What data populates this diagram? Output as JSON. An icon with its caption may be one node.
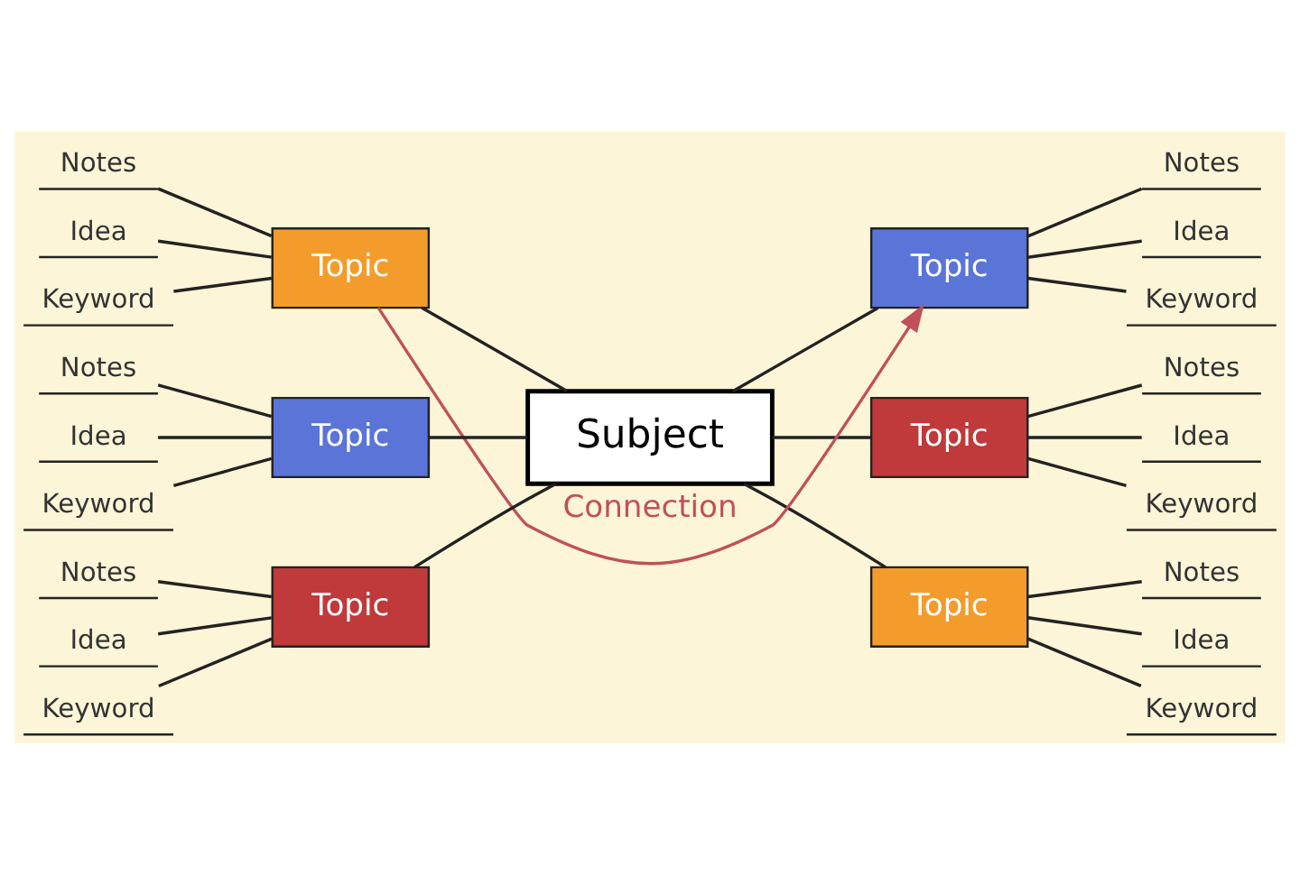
{
  "diagram": {
    "nodes": [
      {
        "text": [
          "Subject"
        ]
      },
      {
        "text": [
          "Topic"
        ]
      },
      {
        "text": [
          "Notes"
        ]
      },
      {
        "text": [
          "Idea"
        ]
      },
      {
        "text": [
          "Keyword"
        ]
      },
      {
        "text": [
          "Topic"
        ]
      },
      {
        "text": [
          "Notes"
        ]
      },
      {
        "text": [
          "Idea"
        ]
      },
      {
        "text": [
          "Keyword"
        ]
      },
      {
        "text": [
          "Topic"
        ]
      },
      {
        "text": [
          "Notes"
        ]
      },
      {
        "text": [
          "Idea"
        ]
      },
      {
        "text": [
          "Keyword"
        ]
      },
      {
        "text": [
          "Topic"
        ]
      },
      {
        "text": [
          "Notes"
        ]
      },
      {
        "text": [
          "Idea"
        ]
      },
      {
        "text": [
          "Keyword"
        ]
      },
      {
        "text": [
          "Topic"
        ]
      },
      {
        "text": [
          "Notes"
        ]
      },
      {
        "text": [
          "Idea"
        ]
      },
      {
        "text": [
          "Keyword"
        ]
      },
      {
        "text": [
          "Topic"
        ]
      },
      {
        "text": [
          "Notes"
        ]
      },
      {
        "text": [
          "Idea"
        ]
      },
      {
        "text": [
          "Keyword"
        ]
      }
    ],
    "edges": [
      {
        "from": 0,
        "to": 1,
        "arrow": "none"
      },
      {
        "from": 0,
        "to": 5,
        "arrow": "none"
      },
      {
        "from": 0,
        "to": 9,
        "arrow": "none"
      },
      {
        "from": 0,
        "to": 13,
        "arrow": "none"
      },
      {
        "from": 0,
        "to": 17,
        "arrow": "none"
      },
      {
        "from": 0,
        "to": 21,
        "arrow": "none"
      },
      {
        "from": 1,
        "to": 2,
        "arrow": "none"
      },
      {
        "from": 1,
        "to": 3,
        "arrow": "none"
      },
      {
        "from": 1,
        "to": 4,
        "arrow": "none"
      },
      {
        "from": 5,
        "to": 6,
        "arrow": "none"
      },
      {
        "from": 5,
        "to": 7,
        "arrow": "none"
      },
      {
        "from": 5,
        "to": 8,
        "arrow": "none"
      },
      {
        "from": 9,
        "to": 10,
        "arrow": "none"
      },
      {
        "from": 9,
        "to": 11,
        "arrow": "none"
      },
      {
        "from": 9,
        "to": 12,
        "arrow": "none"
      },
      {
        "from": 13,
        "to": 14,
        "arrow": "none"
      },
      {
        "from": 13,
        "to": 15,
        "arrow": "none"
      },
      {
        "from": 13,
        "to": 16,
        "arrow": "none"
      },
      {
        "from": 17,
        "to": 18,
        "arrow": "none"
      },
      {
        "from": 17,
        "to": 19,
        "arrow": "none"
      },
      {
        "from": 17,
        "to": 20,
        "arrow": "none"
      },
      {
        "from": 21,
        "to": 22,
        "arrow": "none"
      },
      {
        "from": 21,
        "to": 23,
        "arrow": "none"
      },
      {
        "from": 21,
        "to": 24,
        "arrow": "none"
      },
      {
        "from": 1,
        "to": 5,
        "arrow": "to",
        "label": "Connection",
        "color": "#c0505a"
      }
    ]
  }
}
